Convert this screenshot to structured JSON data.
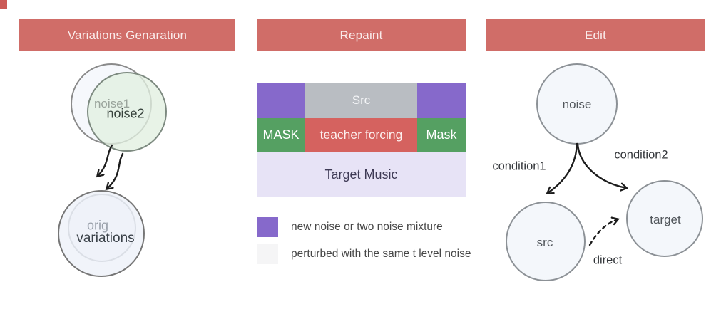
{
  "panels": {
    "variations": {
      "title": "Variations Genaration",
      "top_circles": {
        "back_label": "noise1",
        "front_label": "noise2"
      },
      "bottom_circles": {
        "back_label": "orig",
        "front_label": "variations"
      }
    },
    "repaint": {
      "title": "Repaint",
      "grid": {
        "src": "Src",
        "mask_left": "MASK",
        "teacher_forcing": "teacher forcing",
        "mask_right": "Mask",
        "target_music": "Target Music"
      },
      "legend": [
        {
          "swatch_color": "#8669cb",
          "label": "new noise or two noise mixture"
        },
        {
          "swatch_color": "#f5f5f6",
          "label": "perturbed with the same t level noise"
        }
      ]
    },
    "edit": {
      "title": "Edit",
      "nodes": {
        "noise": "noise",
        "src": "src",
        "target": "target"
      },
      "edge_labels": {
        "condition1": "condition1",
        "condition2": "condition2",
        "direct": "direct"
      }
    }
  },
  "colors": {
    "header_red": "#d06d68",
    "block_purple": "#8669cb",
    "block_gray": "#b9bdc2",
    "block_green": "#55a062",
    "block_red": "#d5625f",
    "block_lavender": "#e7e3f6",
    "circle_green_fill": "#e2efe0",
    "circle_light_fill": "#f4f7fb",
    "arrow": "#1c1c1c"
  }
}
